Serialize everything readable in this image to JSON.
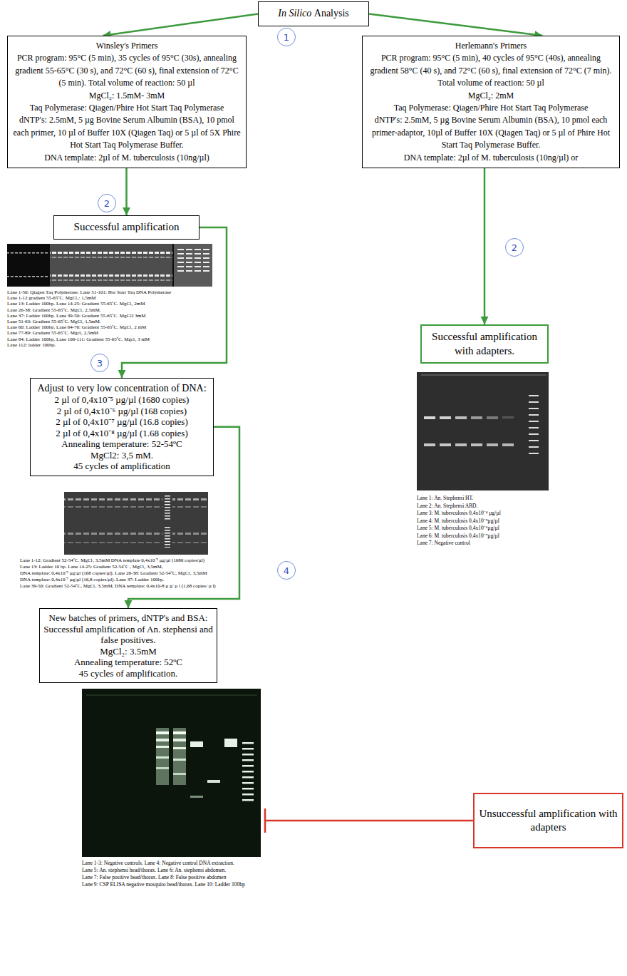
{
  "diagram": {
    "nodes": [
      {
        "text": [
          "In Silico",
          "Analysis"
        ]
      },
      {
        "text": [
          "Winsley's Primers",
          "PCR program: 95°C (5 min), 35 cycles of 95°C (30s), annealing gradient 55-65°C (30 s), and 72°C (60 s), final extension of 72°C (5 min). Total volume of reaction: 50 µl",
          "MgCl₂: 1.5mM- 3mM",
          "Taq Polymerase: Qiagen/Phire Hot Start Taq Polymerase",
          "dNTP's: 2.5mM, 5 µg Bovine Serum Albumin (BSA), 10 pmol each primer, 10 µl of Buffer 10X (Qiagen Taq) or 5 µl of 5X Phire Hot Start Taq Polymerase Buffer.",
          "DNA template: 2µl of M. tuberculosis (10ng/µl)"
        ]
      },
      {
        "text": [
          "Herlemann's Primers",
          "PCR program: 95°C (5 min), 40 cycles of 95°C (40s), annealing gradient 58°C (40 s), and 72°C (60 s), final extension of 72°C (7 min). Total volume of reaction: 50 µl",
          "MgCl₂: 2mM",
          "Taq Polymerase: Qiagen/Phire Hot Start Taq Polymerase",
          "dNTP's: 2.5mM, 5 µg Bovine Serum Albumin (BSA), 10 pmol each primer-adaptor, 10µl of Buffer 10X (Qiagen Taq) or 5 µl of Phire Hot Start Taq Polymerase Buffer.",
          "DNA template: 2µl of M. tuberculosis (10ng/µl) or"
        ]
      },
      {
        "text": [
          "Successful amplification"
        ]
      },
      {
        "text": [
          "Adjust to very low concentration of DNA:",
          "2 µl of 0,4x10⁻⁵ µg/µl (1680 copies)",
          "2 µl of 0,4x10⁻⁶ µg/µl (168 copies)",
          "2 µl of 0,4x10⁻⁷ µg/µl (16.8 copies)",
          "2 µl of 0,4x10⁻⁸ µg/µl (1.68 copies)",
          "Annealing temperature: 52-54ºC",
          "MgCl2: 3,5 mM.",
          "45 cycles of amplification"
        ]
      },
      {
        "text": [
          "New batches of primers, dNTP's and BSA: Successful amplification of An. stephensi and false positives.",
          "MgCl₂: 3.5mM",
          "Annealing temperature: 52ºC",
          "45 cycles of amplification."
        ]
      },
      {
        "text": [
          "Successful amplification with adapters."
        ]
      },
      {
        "text": [
          "Unsuccessful amplification with adapters"
        ]
      },
      {
        "text": [
          "1"
        ]
      },
      {
        "text": [
          "2"
        ]
      },
      {
        "text": [
          "2"
        ]
      },
      {
        "text": [
          "3"
        ]
      },
      {
        "text": [
          "4"
        ]
      }
    ],
    "edges": [
      {
        "from": 0,
        "to": 1,
        "arrow": "to"
      },
      {
        "from": 0,
        "to": 2,
        "arrow": "to"
      },
      {
        "from": 1,
        "to": 3,
        "arrow": "to"
      },
      {
        "from": 3,
        "to": 4,
        "arrow": "to"
      },
      {
        "from": 4,
        "to": 5,
        "arrow": "to"
      },
      {
        "from": 2,
        "to": 6,
        "arrow": "to"
      }
    ],
    "labels": [
      "Lane 1-50: Qiagen Taq Polymerase. Lane 51-101: Hot Start Taq DNA Polymerase",
      "Lane 1-12 gradient 55-65ºC. MgCl₂: 1,5mM",
      "Lane 13: Ladder 100bp. Lane 14-25: Gradient 55-65ºC. MgCl₂ 2mM",
      "Lane 26-38: Gradient 55-65ºC. MgCl₂ 2,5mM.",
      "Lane 37: Ladder 100bp. Lane 39-50: Gradient 55-65ºC. MgCl2 3mM",
      "Lane 51-63: Gradient 55-65ºC. MgCl₂ 1,5mM.",
      "Lane 60: Ladder 100bp. Lane 64-76: Gradient 55-65ºC. MgCl₂ 2 mM",
      "Lane 77-89: Gradient 55-65ºC. Mgcl₂ 2,5mM",
      "Lane 84: Ladder 100bp. Lane 100-111: Gradient 55-65ºC. Mgcl₂ 3 mM",
      "Lane 112: ladder 100bp.",
      "Lane 1-12: Gradient 52-54ºC. MgCl₂ 3,5mM DNA template 0,4x10⁻⁵ µg/µl (1680 copies/µl)",
      "Lane 13: Ladder 10 bp. Lane 14-25: Gradient 52-54ºC , MgCl₂ 3,5mM,",
      "DNA template: 0,4x10⁻⁶ µg/µl (168 copies/µl). Lane 26-38: Gradient 52-54ºC, MgCl₂ 3,5mM",
      "DNA template: 0,4x10⁻⁷ µg/µl (16,8 copies/µl). Lane 37: Ladder 100bp.",
      "Lane 39-50: Gradient 52-54ºC, MgCl₂ 3,5mM, DNA template: 0,4x10-8 µ g/ µ l (1,68 copies/ µ l)",
      "Lane 1: An. Stephensi HT.",
      "Lane 2: An. Stephensi ABD.",
      "Lane 3: M. tuberculosis 0,4x10⁻⁴ µg/µl",
      "Lane 4: M. tuberculosis 0,4x10⁻⁵µg/µl",
      "Lane 5: M. tuberculosis 0,4x10⁻⁶µg/µl",
      "Lane 6: M. tuberculosis 0,4x10⁻⁷µg/µl",
      "Lane 7: Negative control",
      "Lane 1-3: Negative controls. Lane 4: Negative control DNA extraction.",
      "Lane 5: An. stephensi head/thorax. Lane 6: An. stephensi abdomen.",
      "Lane 7: False positive head/thorax. Lane 8: False positive abdomen",
      "Lane 9: CSP ELISA negative mosquito head/thorax. Lane 10: Ladder 100bp"
    ]
  }
}
